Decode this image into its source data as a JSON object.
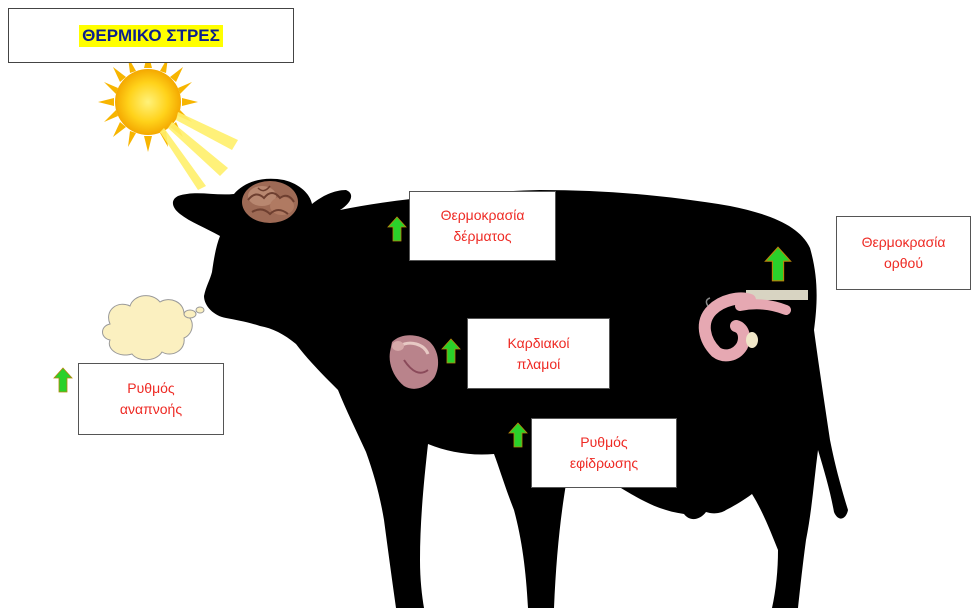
{
  "title": "ΘΕΡΜΙΚΟ ΣΤΡΕΣ",
  "labels": {
    "skin_temperature": "Θερμοκρασία\nδέρματος",
    "rectal_temperature": "Θερμοκρασία\nορθού",
    "heart_rate": "Καρδιακοί\nπλαμοί",
    "respiration_rate": "Ρυθμός\nαναπνοής",
    "sweating_rate": "Ρυθμός\nεφίδρωσης"
  },
  "colors": {
    "label_text": "#ee2a24",
    "title_text": "#0b1f8c",
    "title_highlight": "#ffff00",
    "arrow": "#22cc22",
    "cow": "#000000",
    "sun": "#ffcc00"
  },
  "icons": [
    "sun-icon",
    "brain-icon",
    "heart-icon",
    "intestine-icon",
    "thought-cloud-icon",
    "up-arrow-icon"
  ]
}
